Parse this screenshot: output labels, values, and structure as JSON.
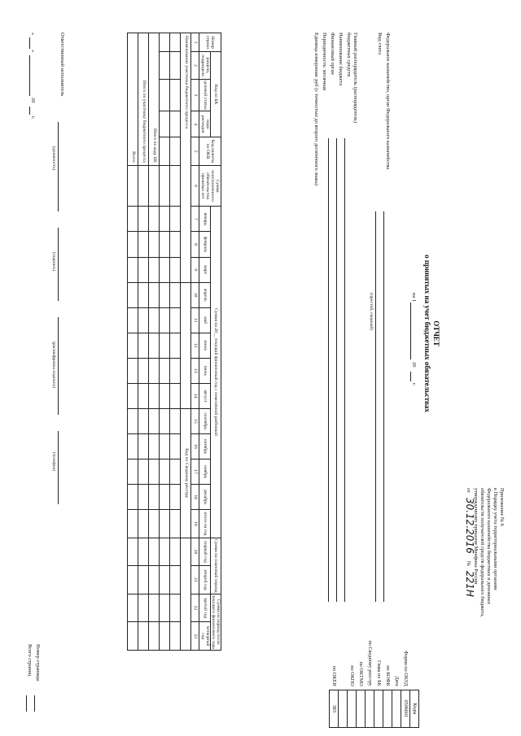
{
  "appendix": {
    "lines": [
      "Приложение № 6",
      "к Порядку учета территориальными органами",
      "Федерального казначейства бюджетных и денежных",
      "обязательств получателей средств федерального бюджета,",
      "утвержденному приказом Минфина России"
    ],
    "date_prefix": "от",
    "date": "30.12.2016",
    "number_prefix": "№",
    "number": "221Н"
  },
  "title": {
    "line1": "ОТЧЕТ",
    "line2": "о принятых на учет бюджетных обязательствах",
    "date_prefix": "на 1",
    "year": "20",
    "year_suffix": "г."
  },
  "codes": {
    "header": "Коды",
    "rows": [
      {
        "label": "Форма по ОКУД",
        "value": "0506601"
      },
      {
        "label": "Дата",
        "value": ""
      },
      {
        "label": "по КОФК",
        "value": ""
      },
      {
        "label": "Глава по БК",
        "value": ""
      },
      {
        "label": "по Сводному реестру",
        "value": ""
      },
      {
        "label": "по ОКТМО",
        "value": ""
      },
      {
        "label": "по ОКПО",
        "value": ""
      },
      {
        "label": "",
        "value": ""
      },
      {
        "label": "по ОКЕИ",
        "value": "383"
      }
    ]
  },
  "fields": {
    "fk_body": "Федеральное казначейство, орган Федерального казначейства",
    "account_type": "Вид счета",
    "grbs_1": "Главный распорядитель (распорядитель)",
    "grbs_2": "бюджетных средств",
    "budget_name": "Наименование бюджета",
    "fin_body": "Финансовый орган",
    "periodicity": "Периодичность: месячная",
    "unit": "Единица измерения: руб (с точностью до второго десятичного знака)",
    "budget_type_hint": "(простой, сводный)"
  },
  "table": {
    "col_kbk": "Код по БК",
    "col_section": "раздела, подраздела",
    "col_target": "целевой статьи",
    "col_exp_type": "вида расходов",
    "col_currency": "Код валюты по ОКВ",
    "col_unfulfilled": "Сумма неисполненного обязательства прошлых лет",
    "col_current": "Сумма на 20__ текущий финансовый год с помесячной разбивкой",
    "months": [
      "январь",
      "февраль",
      "март",
      "апрель",
      "май",
      "июнь",
      "июль",
      "август",
      "сентябрь",
      "октябрь",
      "ноябрь",
      "декабрь"
    ],
    "col_total_year": "итого на год",
    "col_plan": "Сумма на плановый период",
    "col_plan_1": "первый год",
    "col_plan_2": "второй год",
    "col_after": "Сумма на период после текущего финансового года",
    "col_after_3": "третий год",
    "col_after_4": "четвертый год",
    "col_line": "Номер строки",
    "numbers": [
      "1",
      "2",
      "3",
      "4",
      "5",
      "6",
      "7",
      "8",
      "9",
      "10",
      "11",
      "12",
      "13",
      "14",
      "15",
      "16",
      "17",
      "18",
      "19",
      "20",
      "21",
      "22",
      "23"
    ],
    "participant_row": "Наименование участника бюджетного процесса",
    "registry_code": "Код по Сводному реестру",
    "total_kbk": "Итого по коду БК",
    "total_participant": "Итого по участнику бюджетного процесса",
    "grand_total": "Всего"
  },
  "footer": {
    "executor": "Ответственный исполнитель",
    "position_hint": "(должность)",
    "signature_hint": "(подпись)",
    "decode_hint": "(расшифровка подписи)",
    "phone_hint": "(телефон)",
    "date_quote": "«",
    "date_quote_close": "»",
    "year": "20",
    "year_suffix": "г.",
    "page_number": "Номер страницы",
    "page_total": "Всего страниц"
  }
}
